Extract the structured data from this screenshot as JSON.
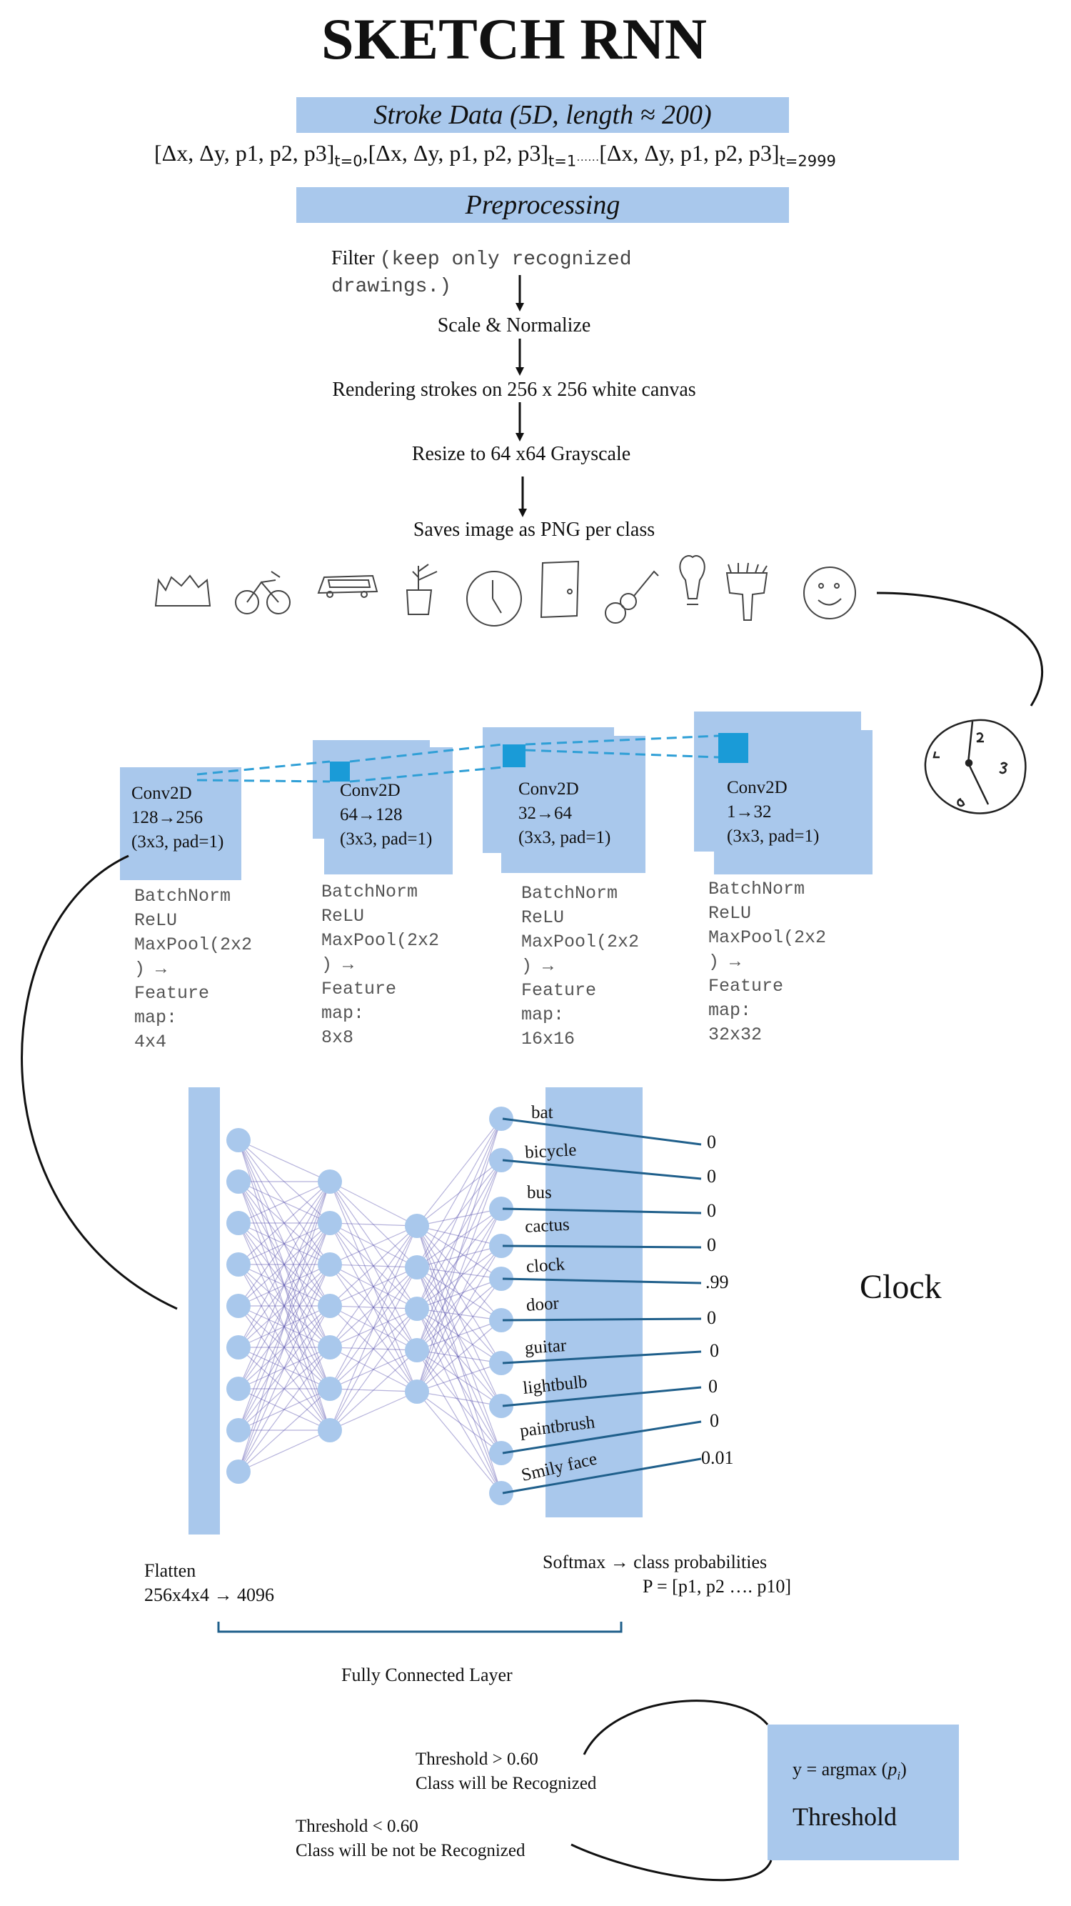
{
  "title": "SKETCH RNN",
  "stroke_banner": "Stroke Data (5D, length ≈ 200)",
  "stroke_equation": {
    "item": "[Δx, Δy, p1, p2, p3]",
    "sub0": "t=0",
    "sep1": ",",
    "sub1": "t=1",
    "ellipsis": "……",
    "sub2": "t=2999"
  },
  "preprocessing_banner": "Preprocessing",
  "steps": {
    "filter_label": "Filter",
    "filter_note_1": "(keep only recognized",
    "filter_note_2": "drawings.)",
    "scale": "Scale & Normalize",
    "render": "Rendering strokes on 256 x 256 white canvas",
    "resize": "Resize to 64 x64 Grayscale",
    "save": "Saves image as PNG per class"
  },
  "sketch_icons": [
    "bat-sketch-icon",
    "bicycle-sketch-icon",
    "bus-sketch-icon",
    "cactus-sketch-icon",
    "clock-sketch-icon",
    "door-sketch-icon",
    "guitar-sketch-icon",
    "lightbulb-sketch-icon",
    "paintbrush-sketch-icon",
    "smiley-face-sketch-icon"
  ],
  "conv_layers": [
    {
      "name": "Conv2D",
      "channels": "128→256",
      "params": "(3x3, pad=1)",
      "ops": "BatchNorm\nReLU\nMaxPool(2x2\n) →\nFeature\nmap:\n4x4"
    },
    {
      "name": "Conv2D",
      "channels": "64→128",
      "params": "(3x3, pad=1)",
      "ops": "BatchNorm\nReLU\nMaxPool(2x2\n) →\nFeature\nmap:\n8x8"
    },
    {
      "name": "Conv2D",
      "channels": "32→64",
      "params": "(3x3, pad=1)",
      "ops": "BatchNorm\nReLU\nMaxPool(2x2\n) →\nFeature\nmap:\n16x16"
    },
    {
      "name": "Conv2D",
      "channels": "1→32",
      "params": "(3x3, pad=1)",
      "ops": "BatchNorm\nReLU\nMaxPool(2x2\n) →\nFeature\nmap:\n32x32"
    }
  ],
  "classes": [
    "bat",
    "bicycle",
    "bus",
    "cactus",
    "clock",
    "door",
    "guitar",
    "lightbulb",
    "paintbrush",
    "Smily face"
  ],
  "probabilities": [
    "0",
    "0",
    "0",
    "0",
    ".99",
    "0",
    "0",
    "0",
    "0",
    "0.01"
  ],
  "prediction": "Clock",
  "flatten": {
    "label": "Flatten",
    "dims": "256x4x4 → 4096"
  },
  "softmax": {
    "label": "Softmax → class probabilities",
    "formula": "P = [p1, p2 …. p10]"
  },
  "fc_label": "Fully Connected Layer",
  "threshold_box": {
    "formula_prefix": "y = argmax (",
    "formula_var": "p",
    "formula_sub": "i",
    "formula_suffix": ")",
    "label": "Threshold"
  },
  "threshold_high": {
    "line1": "Threshold > 0.60",
    "line2": "Class will be Recognized"
  },
  "threshold_low": {
    "line1": "Threshold < 0.60",
    "line2": "Class will be not be Recognized"
  },
  "colors": {
    "box_fill": "#a9c8ec",
    "node_fill": "#a9c8ec",
    "accent_square": "#1a9bd7",
    "dashed_line": "#2f9fd6",
    "output_line": "#1f5f8b",
    "bracket": "#1f5f8b"
  }
}
